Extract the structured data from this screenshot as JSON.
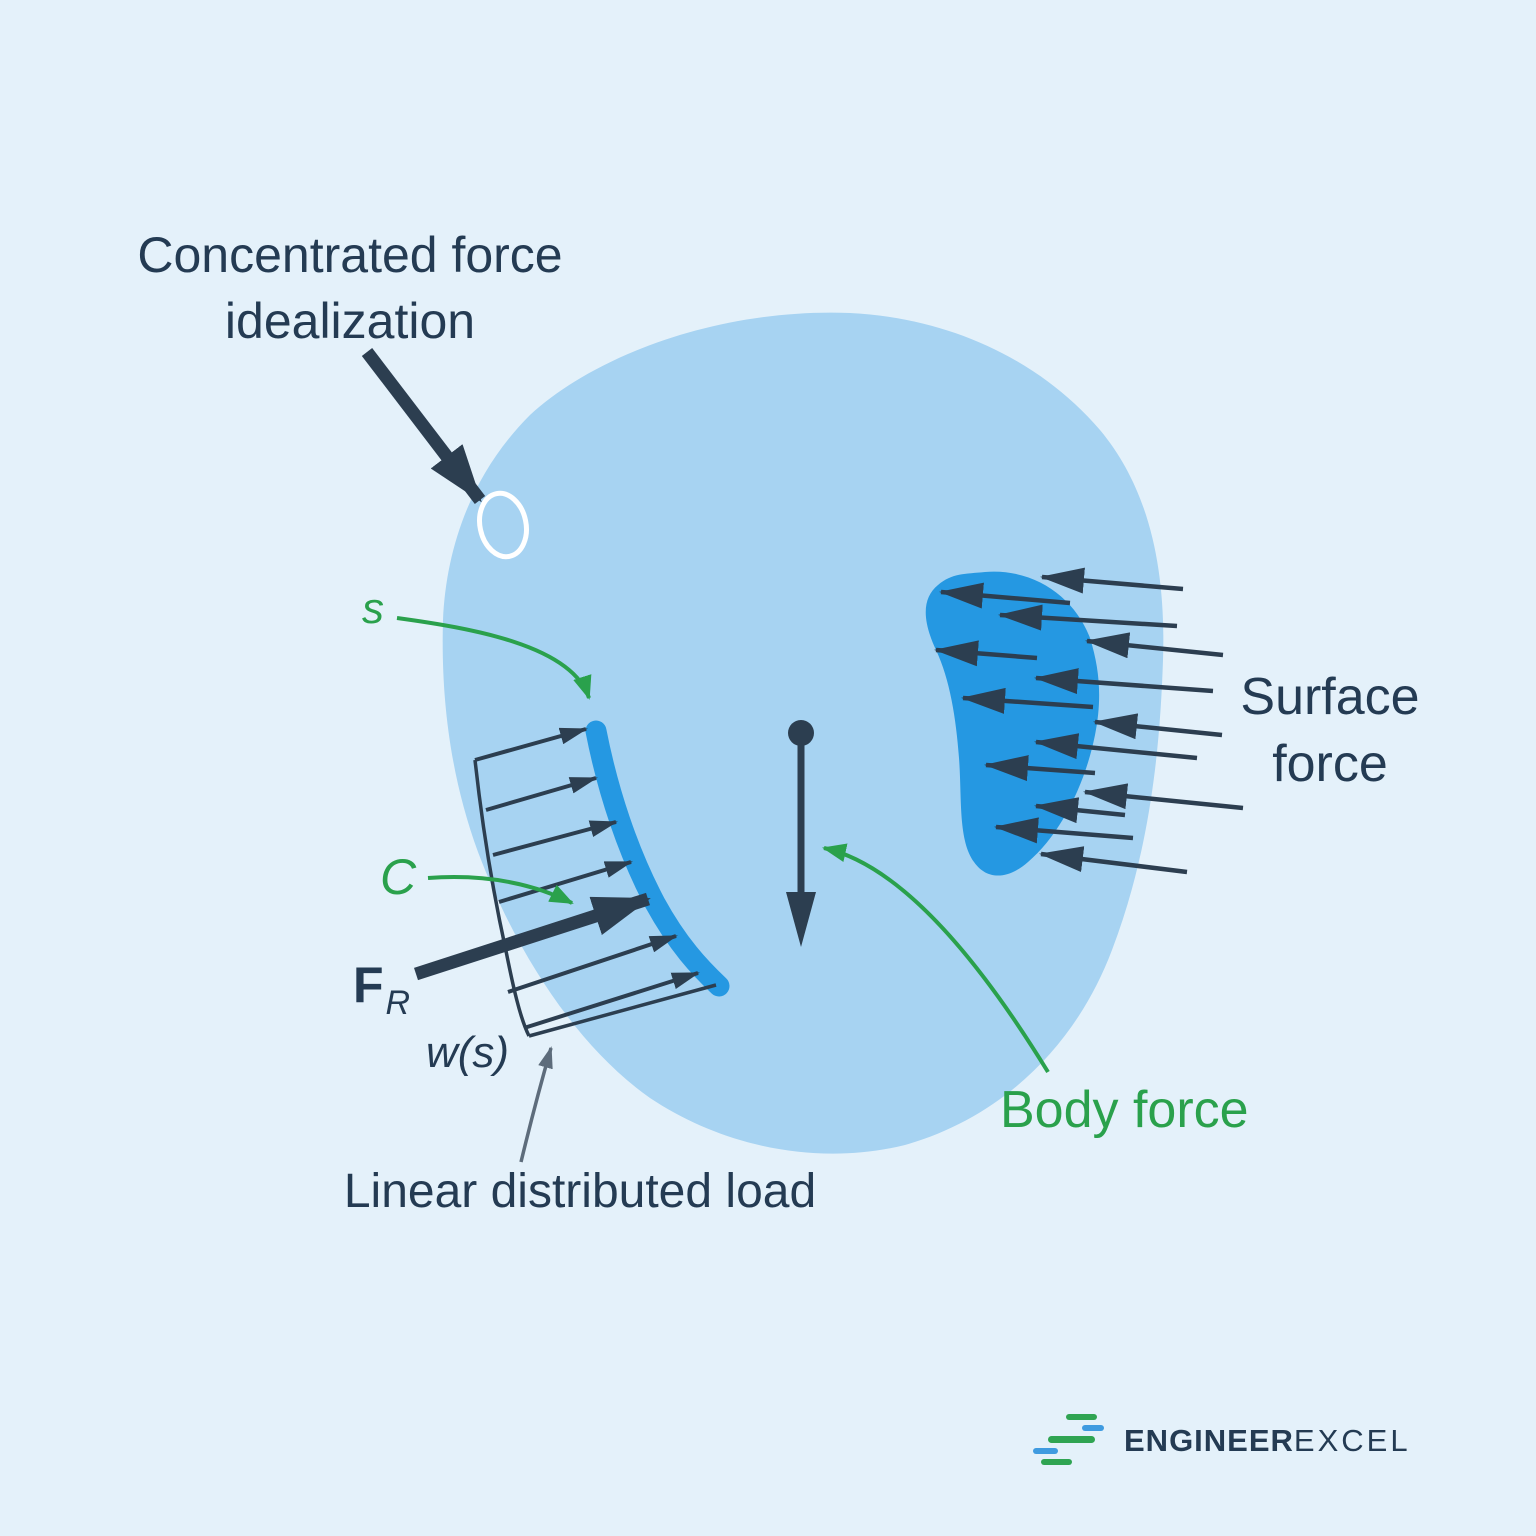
{
  "diagram": {
    "annotations": {
      "concentrated": "Concentrated force\nidealization",
      "s": "s",
      "c": "C",
      "fr_main": "F",
      "fr_sub": "R",
      "ws": "w(s)",
      "linear": "Linear distributed load",
      "body_force": "Body force",
      "surface_force": "Surface\nforce"
    }
  },
  "logo": {
    "brand_bold": "ENGINEER",
    "brand_light": "EXCEL",
    "icon": "dash-bars-icon"
  },
  "colors": {
    "background": "#E4F1FA",
    "body": "#A7D3F2",
    "region": "#2598E2",
    "ink": "#2C3E50",
    "text": "#243B53",
    "green": "#2AA14C",
    "gray": "#5D6C7B",
    "white": "#FFFFFF",
    "logo_green": "#2FA452",
    "logo_blue": "#3F9BE0"
  }
}
